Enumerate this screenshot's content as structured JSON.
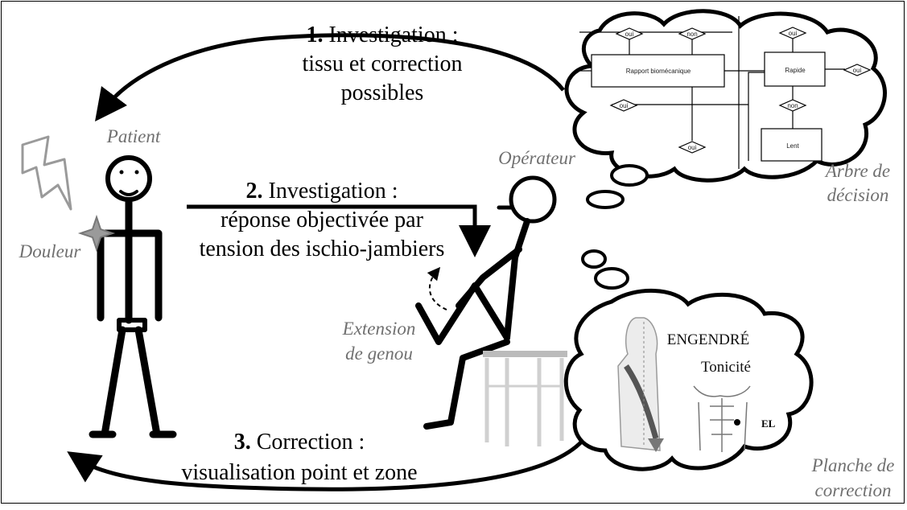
{
  "steps": [
    {
      "num": "1.",
      "title": "Investigation :",
      "lines": [
        "tissu et correction",
        "possibles"
      ]
    },
    {
      "num": "2.",
      "title": "Investigation :",
      "lines": [
        "réponse objectivée par",
        "tension des ischio-jambiers"
      ]
    },
    {
      "num": "3.",
      "title": "Correction :",
      "lines": [
        "visualisation point et zone"
      ]
    }
  ],
  "labels": {
    "patient": "Patient",
    "douleur": "Douleur",
    "operateur": "Opérateur",
    "extension_1": "Extension",
    "extension_2": "de genou",
    "arbre_1": "Arbre de",
    "arbre_2": "décision",
    "planche_1": "Planche de",
    "planche_2": "correction"
  },
  "decision_tree": {
    "rapport": "Rapport biomécanique",
    "rapide": "Rapide",
    "oui": "oui",
    "non": "non",
    "lent": "Lent"
  },
  "correction_board": {
    "engendre": "ENGENDRÉ",
    "tonicite": "Tonicité",
    "el": "EL"
  },
  "icons": [
    "lightning-bolt-icon",
    "pain-star-icon"
  ]
}
